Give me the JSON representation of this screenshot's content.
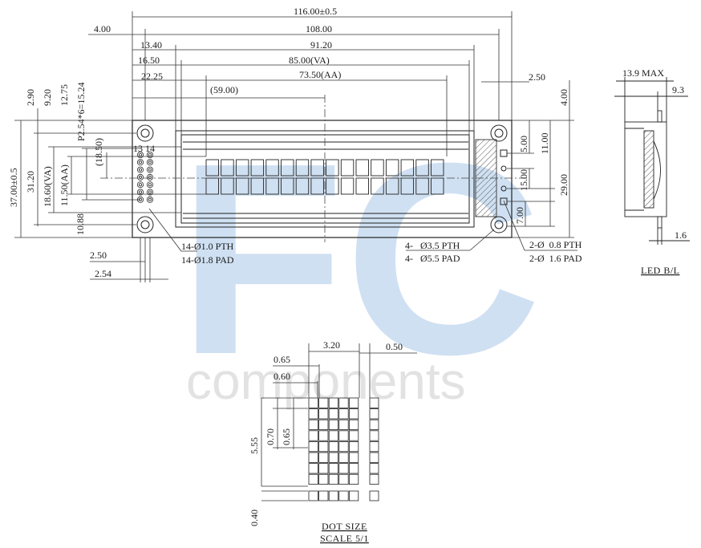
{
  "watermark": {
    "logo_text": "FC",
    "tagline": "components",
    "logo_color": "#cfe0f2",
    "tagline_color": "#e2e2e2"
  },
  "top_dims": {
    "overall": "116.00±0.5",
    "pcb_left": "4.00",
    "hole_span": "108.00",
    "va_offset": "13.40",
    "va_frame": "91.20",
    "aa_offset": "16.50",
    "va": "85.00(VA)",
    "dot_offset": "22.25",
    "aa": "73.50(AA)",
    "center": "(59.00)",
    "right_edge": "2.50"
  },
  "left_dims": {
    "d1": "2.90",
    "d2": "9.20",
    "d3": "12.75",
    "pitch": "P2.54*6=15.24",
    "overall_h": "37.00±0.5",
    "hole_span_h": "31.20",
    "va_h": "18.60(VA)",
    "aa_h": "11.50(AA)",
    "center_h": "(18.50)",
    "bottom": "10.88",
    "pin_label": "13 14"
  },
  "bottom_left": {
    "pin_offset": "2.50",
    "pin_pitch": "2.54",
    "pth": "14-Ø1.0 PTH",
    "pad": "14-Ø1.8 PAD"
  },
  "bottom_right": {
    "mount_pth": "4-   Ø3.5 PTH",
    "mount_pad": "4-   Ø5.5 PAD",
    "led_pth": "2-Ø  0.8 PTH",
    "led_pad": "2-Ø  1.6 PAD"
  },
  "right_dims": {
    "top": "4.00",
    "d5": "5.00",
    "d11": "11.00",
    "d15": "15.00",
    "d29": "29.00",
    "d7": "7.00"
  },
  "side_view": {
    "max_thickness": "13.9 MAX",
    "thickness": "9.3",
    "pin": "1.6",
    "caption": "LED B/L"
  },
  "dot_detail": {
    "char_width": "3.20",
    "char_gap": "0.50",
    "dot_pitch_w": "0.65",
    "dot_w": "0.60",
    "char_height": "5.55",
    "dot_pitch_h": "0.70",
    "dot_h": "0.65",
    "cursor_gap": "0.40",
    "title": "DOT SIZE",
    "scale": "SCALE 5/1"
  },
  "display": {
    "columns": 16,
    "rows": 2
  }
}
